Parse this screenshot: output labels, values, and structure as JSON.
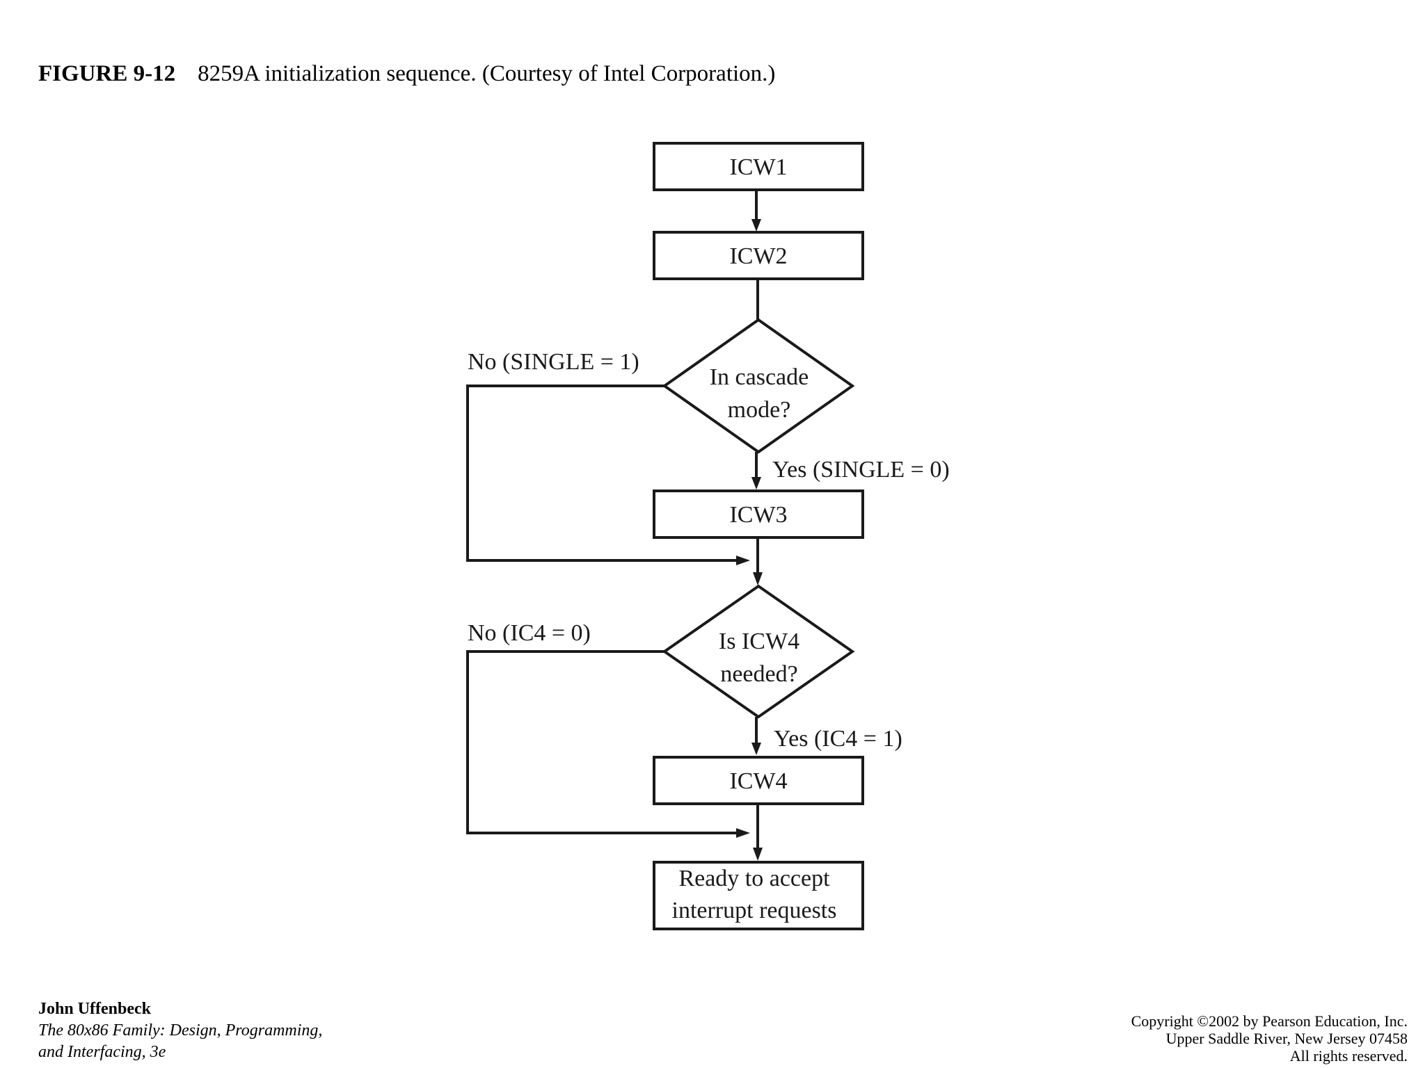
{
  "caption": {
    "figure_number": "FIGURE 9-12",
    "text": "8259A initialization sequence. (Courtesy of Intel Corporation.)"
  },
  "flowchart": {
    "nodes": {
      "icw1": "ICW1",
      "icw2": "ICW2",
      "cascade_q": [
        "In cascade",
        "mode?"
      ],
      "icw3": "ICW3",
      "icw4_q": [
        "Is ICW4",
        "needed?"
      ],
      "icw4": "ICW4",
      "ready": [
        "Ready to accept",
        "interrupt requests"
      ]
    },
    "branches": {
      "cascade_no": "No (SINGLE = 1)",
      "cascade_yes": "Yes (SINGLE = 0)",
      "icw4_no": "No (IC4 = 0)",
      "icw4_yes": "Yes (IC4 = 1)"
    }
  },
  "footer": {
    "author": "John Uffenbeck",
    "book_line1": "The 80x86 Family:  Design, Programming,",
    "book_line2": "and Interfacing, 3e",
    "copyright_line1": "Copyright ©2002 by Pearson Education, Inc.",
    "copyright_line2": "Upper Saddle River, New Jersey 07458",
    "copyright_line3": "All rights reserved."
  }
}
